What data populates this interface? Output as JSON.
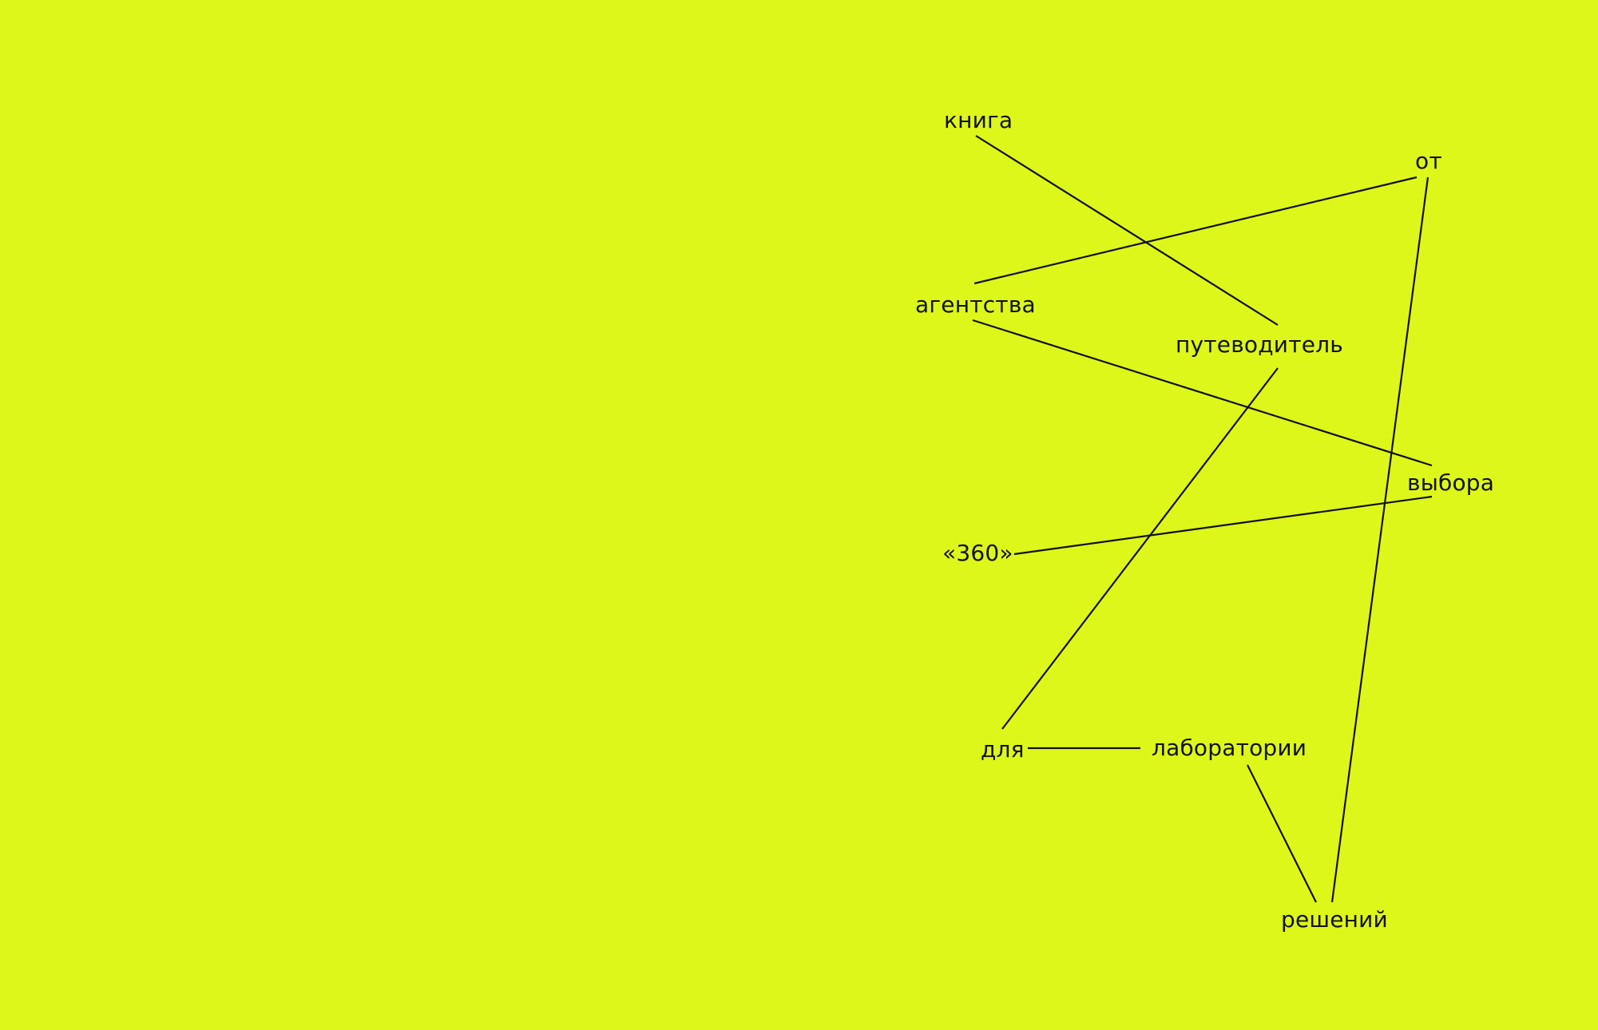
{
  "colors": {
    "background": "#DEF71A",
    "ink": "#111111"
  },
  "words": {
    "kniga": "книга",
    "ot": "от",
    "agentstva": "агентства",
    "putevoditel": "путеводитель",
    "vybora": "выбора",
    "num360": "«360»",
    "dlya": "для",
    "laboratorii": "лаборатории",
    "resheniy": "решений"
  }
}
